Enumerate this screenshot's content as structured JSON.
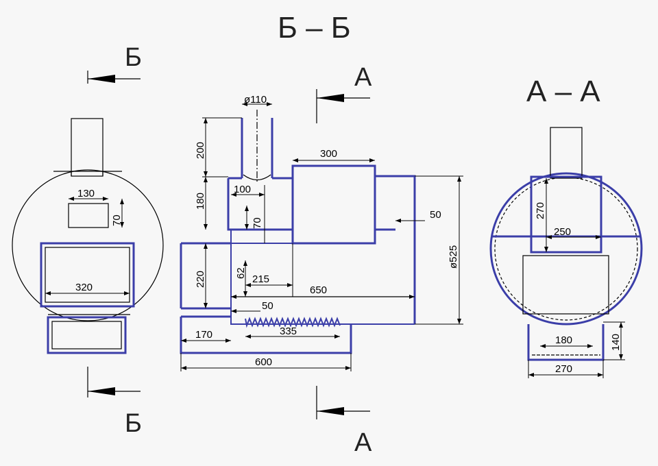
{
  "section_titles": {
    "bb": "Б – Б",
    "aa": "А – А"
  },
  "section_marks": {
    "b_top": "Б",
    "b_bottom": "Б",
    "a_top": "А",
    "a_bottom": "А"
  },
  "dimensions": {
    "front_130": "130",
    "front_70": "70",
    "front_320": "320",
    "bb_d110": "ø110",
    "bb_200": "200",
    "bb_180": "180",
    "bb_100": "100",
    "bb_70": "70",
    "bb_300": "300",
    "bb_50_right": "50",
    "bb_d525": "ø525",
    "bb_220": "220",
    "bb_62": "62",
    "bb_215": "215",
    "bb_650": "650",
    "bb_50_grate": "50",
    "bb_335": "335",
    "bb_170": "170",
    "bb_600": "600",
    "aa_270_v": "270",
    "aa_250": "250",
    "aa_180": "180",
    "aa_140": "140",
    "aa_270_h": "270"
  }
}
